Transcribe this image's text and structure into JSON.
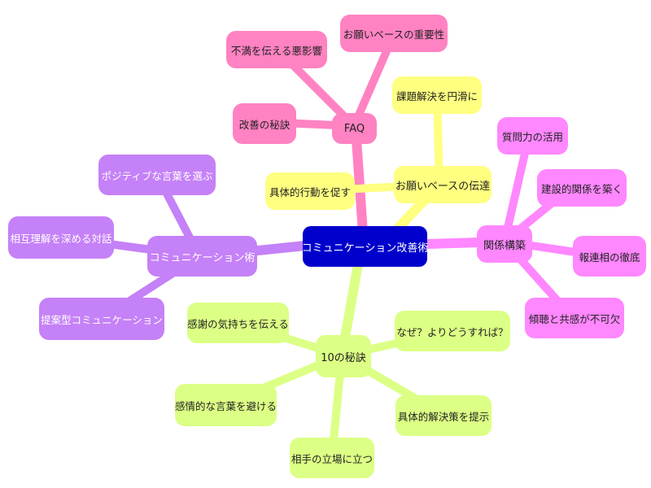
{
  "mindmap": {
    "root": "コミュニケーション改善術",
    "branches": {
      "faq": {
        "label": "FAQ",
        "children": [
          "お願いベースの重要性",
          "不満を伝える悪影響",
          "改善の秘訣"
        ]
      },
      "request": {
        "label": "お願いベースの伝達",
        "children": [
          "課題解決を円滑に",
          "具体的行動を促す"
        ]
      },
      "relation": {
        "label": "関係構築",
        "children": [
          "質問力の活用",
          "建設的関係を築く",
          "報連相の徹底",
          "傾聴と共感が不可欠"
        ]
      },
      "comm": {
        "label": "コミュニケーション術",
        "children": [
          "ポジティブな言葉を選ぶ",
          "相互理解を深める対話",
          "提案型コミュニケーション"
        ]
      },
      "secrets": {
        "label": "10の秘訣",
        "children": [
          "なぜ？よりどうすれば？",
          "感謝の気持ちを伝える",
          "感情的な言葉を避ける",
          "具体的解決策を提示",
          "相手の立場に立つ"
        ]
      }
    }
  },
  "colors": {
    "root": "#0000cc",
    "faq": "#ff82c2",
    "request": "#ffff80",
    "relation": "#ff87ff",
    "comm": "#c581f7",
    "secrets": "#dcff85"
  }
}
